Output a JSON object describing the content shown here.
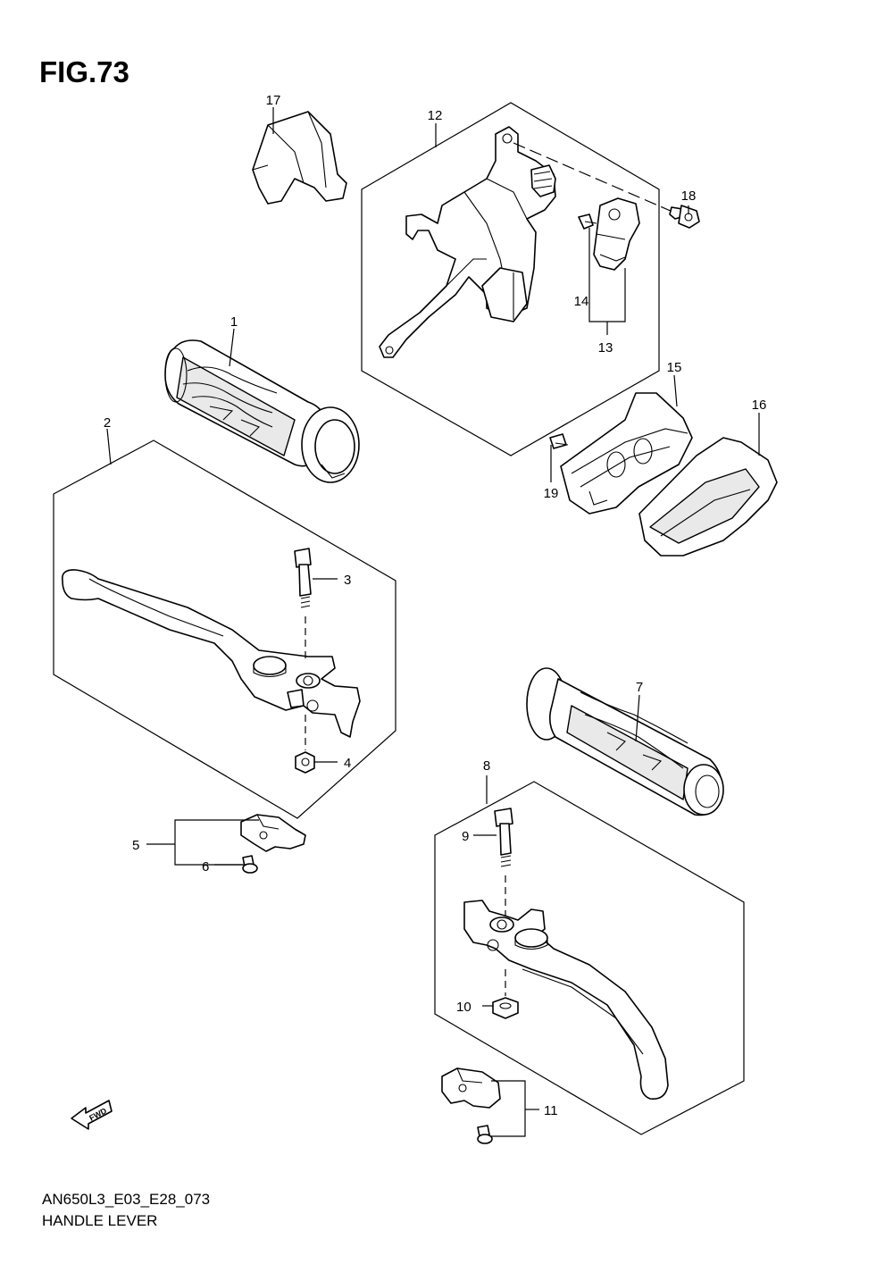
{
  "figure": {
    "title": "FIG.73",
    "code": "AN650L3_E03_E28_073",
    "name": "HANDLE LEVER"
  },
  "callouts": [
    "1",
    "2",
    "3",
    "4",
    "5",
    "6",
    "7",
    "8",
    "9",
    "10",
    "11",
    "12",
    "13",
    "14",
    "15",
    "16",
    "17",
    "18",
    "19"
  ],
  "fwd_label": "FWD",
  "colors": {
    "line": "#000000",
    "background": "#ffffff",
    "fill": "#e9e9e9"
  }
}
